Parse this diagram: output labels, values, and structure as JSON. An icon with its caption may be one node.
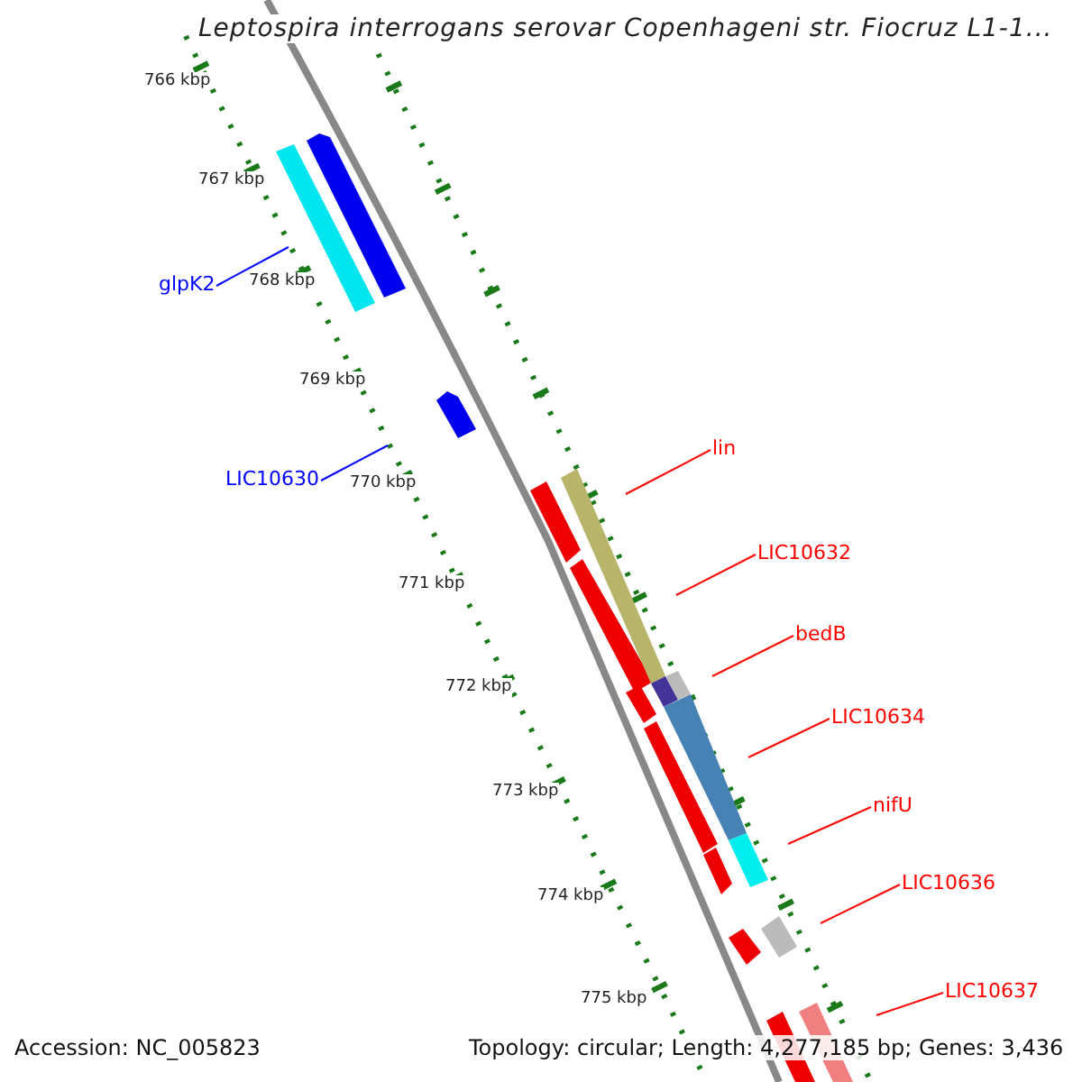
{
  "diagram": {
    "title": "Leptospira interrogans serovar Copenhageni str. Fiocruz L1-1...",
    "nodes": [
      {
        "text": [
          "glpK2"
        ]
      },
      {
        "text": [
          "LIC10630"
        ]
      },
      {
        "text": [
          "lin"
        ]
      },
      {
        "text": [
          "LIC10632"
        ]
      },
      {
        "text": [
          "bedB"
        ]
      },
      {
        "text": [
          "LIC10634"
        ]
      },
      {
        "text": [
          "nifU"
        ]
      },
      {
        "text": [
          "LIC10636"
        ]
      },
      {
        "text": [
          "LIC10637"
        ]
      }
    ],
    "edges": [
      {
        "from": 0,
        "to": null,
        "arrow": "none",
        "color": "#0000ff"
      },
      {
        "from": 1,
        "to": null,
        "arrow": "none",
        "color": "#0000ff"
      },
      {
        "from": 2,
        "to": null,
        "arrow": "none",
        "color": "#ff0000"
      },
      {
        "from": 3,
        "to": null,
        "arrow": "none",
        "color": "#ff0000"
      },
      {
        "from": 4,
        "to": null,
        "arrow": "none",
        "color": "#ff0000"
      },
      {
        "from": 5,
        "to": null,
        "arrow": "none",
        "color": "#ff0000"
      },
      {
        "from": 6,
        "to": null,
        "arrow": "none",
        "color": "#ff0000"
      },
      {
        "from": 7,
        "to": null,
        "arrow": "none",
        "color": "#ff0000"
      },
      {
        "from": 8,
        "to": null,
        "arrow": "none",
        "color": "#ff0000"
      }
    ],
    "labels": [
      "766 kbp",
      "767 kbp",
      "768 kbp",
      "769 kbp",
      "770 kbp",
      "771 kbp",
      "772 kbp",
      "773 kbp",
      "774 kbp",
      "775 kbp",
      "Accession: NC_005823",
      "Topology: circular; Length: 4,277,185 bp; Genes: 3,436"
    ]
  }
}
